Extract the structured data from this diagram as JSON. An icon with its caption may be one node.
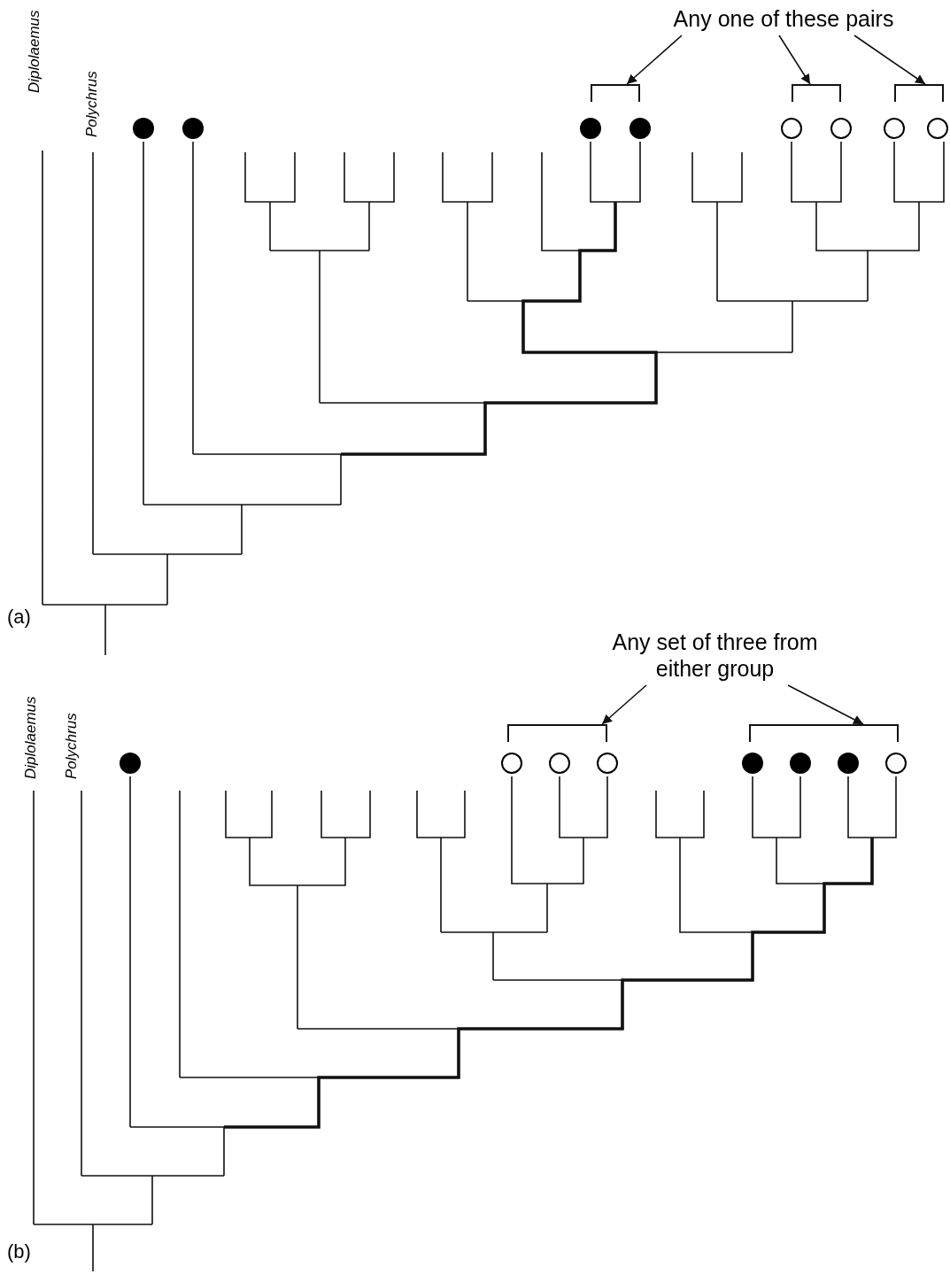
{
  "diagram": {
    "nodes": [
      {
        "text": [
          "Diplolaemus"
        ]
      },
      {
        "text": [
          "Polychrus"
        ]
      },
      {
        "text": [
          "Any one of these pairs"
        ]
      },
      {
        "text": [],
        "shape": "bracket"
      },
      {
        "text": [],
        "shape": "bracket"
      },
      {
        "text": [],
        "shape": "bracket"
      },
      {
        "text": [],
        "shape": "dot"
      },
      {
        "text": [],
        "shape": "dot"
      },
      {
        "text": [],
        "shape": "dot"
      },
      {
        "text": [],
        "shape": "dot"
      },
      {
        "text": [],
        "shape": "circle"
      },
      {
        "text": [],
        "shape": "circle"
      },
      {
        "text": [],
        "shape": "circle"
      },
      {
        "text": [],
        "shape": "circle"
      },
      {
        "text": [
          "Diplolaemus"
        ]
      },
      {
        "text": [
          "Polychrus"
        ]
      },
      {
        "text": [
          "Any set of three from either group"
        ]
      },
      {
        "text": [],
        "shape": "bracket"
      },
      {
        "text": [],
        "shape": "bracket"
      },
      {
        "text": [],
        "shape": "dot"
      },
      {
        "text": [],
        "shape": "circle"
      },
      {
        "text": [],
        "shape": "circle"
      },
      {
        "text": [],
        "shape": "circle"
      },
      {
        "text": [],
        "shape": "dot"
      },
      {
        "text": [],
        "shape": "dot"
      },
      {
        "text": [],
        "shape": "dot"
      },
      {
        "text": [],
        "shape": "circle"
      }
    ],
    "edges": [
      {
        "from": 2,
        "to": 3,
        "arrow": "to"
      },
      {
        "from": 2,
        "to": 4,
        "arrow": "to"
      },
      {
        "from": 2,
        "to": 5,
        "arrow": "to"
      },
      {
        "from": 16,
        "to": 17,
        "arrow": "to"
      },
      {
        "from": 16,
        "to": 18,
        "arrow": "to"
      }
    ],
    "labels": [
      "(a)",
      "(b)"
    ]
  }
}
